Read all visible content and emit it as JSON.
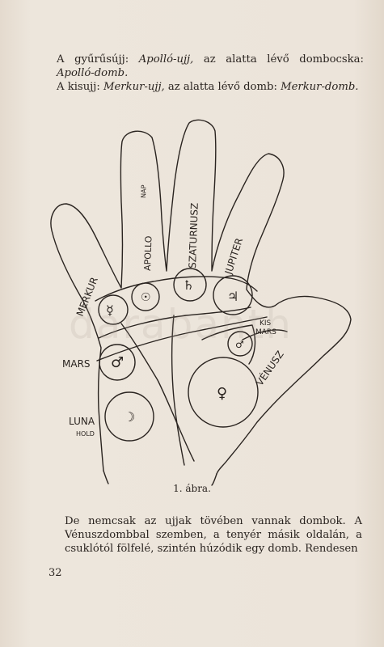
{
  "text": {
    "p1_a": "A gyűrűsújj: ",
    "p1_b": "Apolló-ujj,",
    "p1_c": " az alatta lévő dombocska: ",
    "p1_d": "Apolló-domb.",
    "p2_a": "A kisujj: ",
    "p2_b": "Merkur-ujj,",
    "p2_c": " az alatta lévő domb: ",
    "p2_d": "Merkur-domb.",
    "caption": "1. ábra.",
    "p3": "De nemcsak az ujjak tövében vannak dombok. A Vénuszdombbal szemben, a tenyér másik oldalán, a csuklótól fölfelé, szintén húzódik egy domb. Rendesen",
    "page_number": "32",
    "watermark": "darabanth"
  },
  "figure": {
    "finger_labels": {
      "merkur": "MERKUR",
      "apollo": "APOLLO",
      "nap": "NAP",
      "szaturnusz": "SZATURNUSZ",
      "jupiter": "JUPITER"
    },
    "mount_labels": {
      "mars": "MARS",
      "kis": "KIS",
      "kis_mars": "MARS",
      "venusz": "VÉNUSZ",
      "luna": "LUNA",
      "hold": "HOLD"
    },
    "symbols": {
      "mercury": "☿",
      "sun": "☉",
      "saturn": "♄",
      "jupiter": "♃",
      "mars": "♂",
      "venus": "♀",
      "moon": "☽"
    }
  },
  "colors": {
    "paper": "#e9e1d6",
    "ink": "#2a2420"
  }
}
